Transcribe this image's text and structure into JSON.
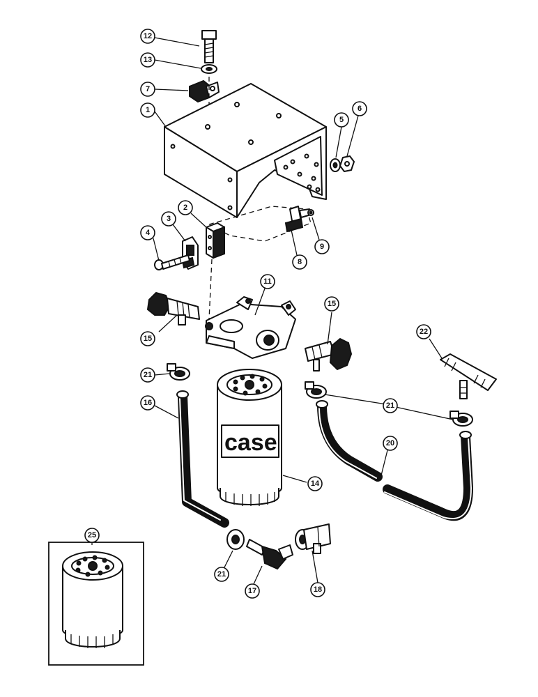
{
  "callouts": {
    "c1": "1",
    "c2": "2",
    "c3": "3",
    "c4": "4",
    "c5": "5",
    "c6": "6",
    "c7": "7",
    "c8": "8",
    "c9": "9",
    "c11": "11",
    "c12": "12",
    "c13": "13",
    "c14": "14",
    "c15a": "15",
    "c15b": "15",
    "c16": "16",
    "c17": "17",
    "c18": "18",
    "c20": "20",
    "c21a": "21",
    "c21b": "21",
    "c21c": "21",
    "c22": "22",
    "c25": "25"
  },
  "filter_brand": "case"
}
